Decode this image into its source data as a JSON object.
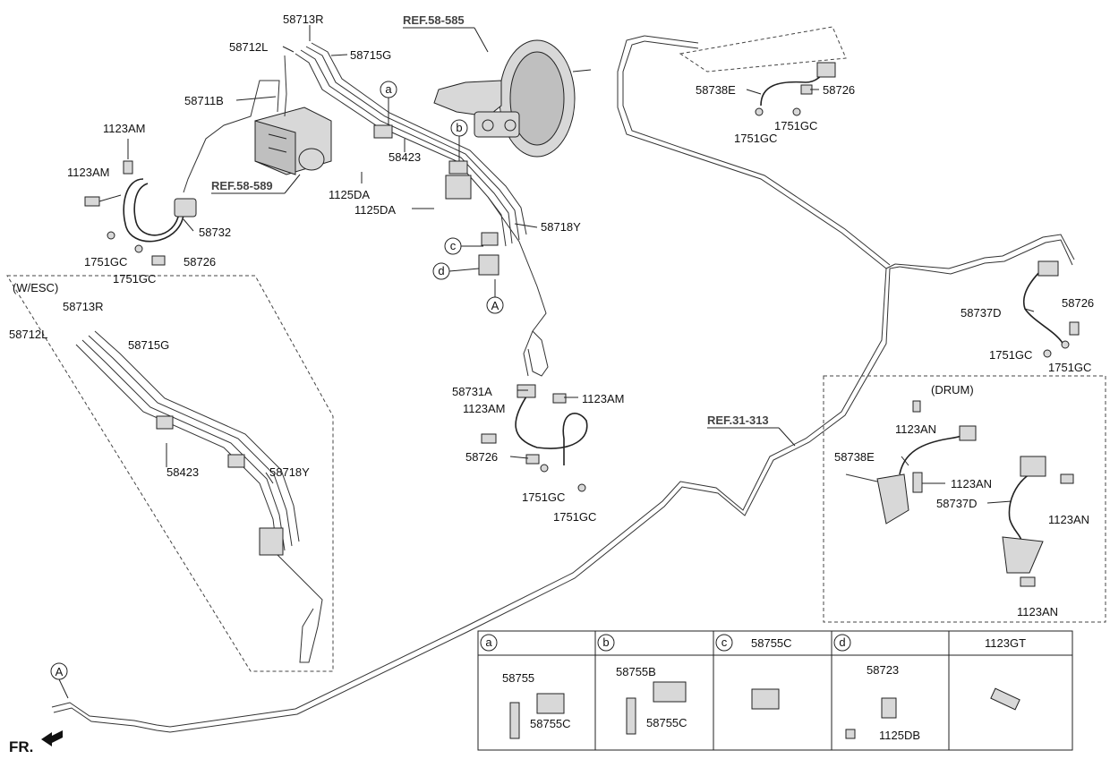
{
  "refs": {
    "r1": "REF.58-585",
    "r2": "REF.58-589",
    "r3": "REF.31-313"
  },
  "insets": {
    "esc": "(W/ESC)",
    "drum": "(DRUM)"
  },
  "front_label": "FR.",
  "circle_letters": {
    "a": "a",
    "b": "b",
    "c": "c",
    "d": "d",
    "A": "A"
  },
  "labels": {
    "p58713R": "58713R",
    "p58712L": "58712L",
    "p58715G": "58715G",
    "p58711B": "58711B",
    "p1123AM_a": "1123AM",
    "p1123AM_b": "1123AM",
    "p58732": "58732",
    "p1751GC_a": "1751GC",
    "p1751GC_b": "1751GC",
    "p58726_a": "58726",
    "p1125DA_a": "1125DA",
    "p1125DA_b": "1125DA",
    "p58423": "58423",
    "p58718Y": "58718Y",
    "p58738E_top": "58738E",
    "p58726_top": "58726",
    "p1751GC_t1": "1751GC",
    "p1751GC_t2": "1751GC",
    "p58737D": "58737D",
    "p58726_r": "58726",
    "p1751GC_r1": "1751GC",
    "p1751GC_r2": "1751GC",
    "p58731A": "58731A",
    "p1123AM_c": "1123AM",
    "p1123AM_d": "1123AM",
    "p58726_c": "58726",
    "p1751GC_c1": "1751GC",
    "p1751GC_c2": "1751GC",
    "esc_58713R": "58713R",
    "esc_58712L": "58712L",
    "esc_58715G": "58715G",
    "esc_58423": "58423",
    "esc_58718Y": "58718Y",
    "drum_1123AN_a": "1123AN",
    "drum_58738E": "58738E",
    "drum_1123AN_b": "1123AN",
    "drum_58737D": "58737D",
    "drum_1123AN_c": "1123AN",
    "drum_1123AN_d": "1123AN"
  },
  "table": {
    "headers": [
      {
        "letter": "a",
        "text": ""
      },
      {
        "letter": "b",
        "text": ""
      },
      {
        "letter": "c",
        "text": "58755C"
      },
      {
        "letter": "d",
        "text": ""
      },
      {
        "letter": "",
        "text": "1123GT"
      }
    ],
    "cells": {
      "a_top": "58755",
      "a_bot": "58755C",
      "b_top": "58755B",
      "b_bot": "58755C",
      "d_top": "58723",
      "d_bot": "1125DB"
    }
  }
}
